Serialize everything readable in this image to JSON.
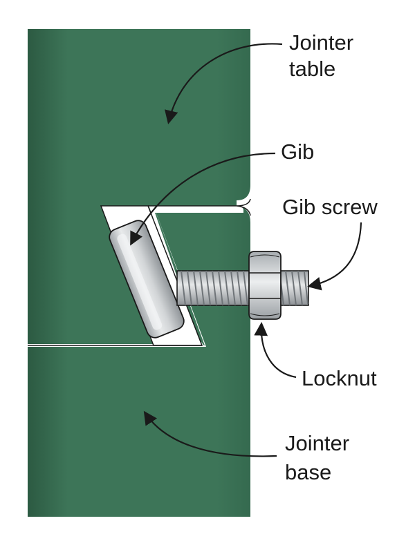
{
  "labels": {
    "jointer_table_1": "Jointer",
    "jointer_table_2": "table",
    "gib": "Gib",
    "gib_screw": "Gib screw",
    "locknut": "Locknut",
    "jointer_base_1": "Jointer",
    "jointer_base_2": "base"
  },
  "colors": {
    "table_green": "#3d7558",
    "table_green_dark": "#2f5e46",
    "table_green_light": "#4a8566",
    "steel": "#cfd3d6",
    "steel_dark": "#8d9296",
    "outline": "#1a1a1a",
    "background": "#ffffff"
  }
}
